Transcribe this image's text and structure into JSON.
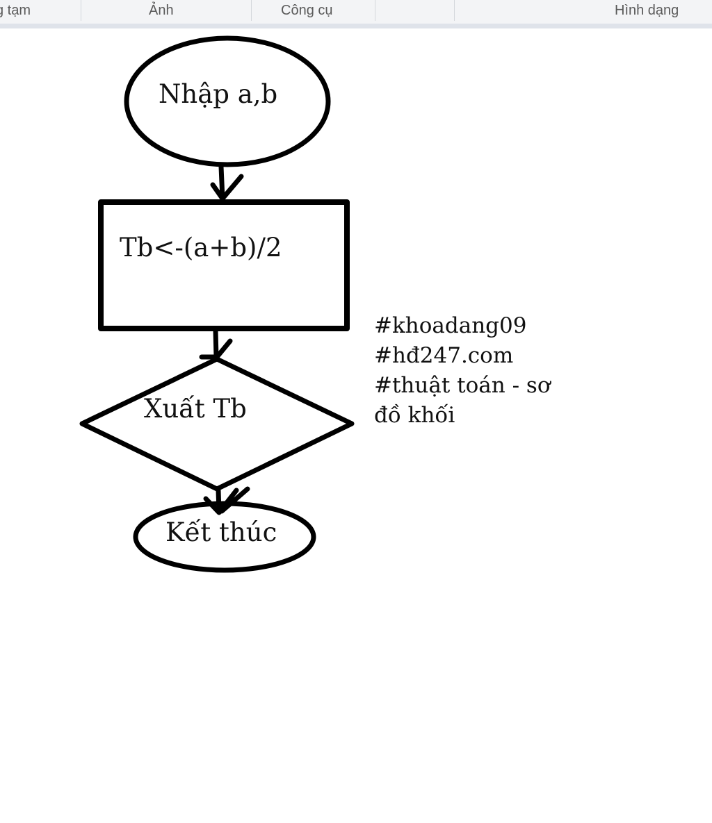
{
  "ribbon": {
    "groups": [
      "g tạm",
      "Ảnh",
      "Công cụ",
      "Hình dạng"
    ]
  },
  "flowchart": {
    "start": "Nhập a,b",
    "process": "Tb<-(a+b)/2",
    "output": "Xuất Tb",
    "end": "Kết thúc"
  },
  "notes": [
    "#khoadang09",
    "#hđ247.com",
    "#thuật toán - sơ",
    "đồ khối"
  ]
}
